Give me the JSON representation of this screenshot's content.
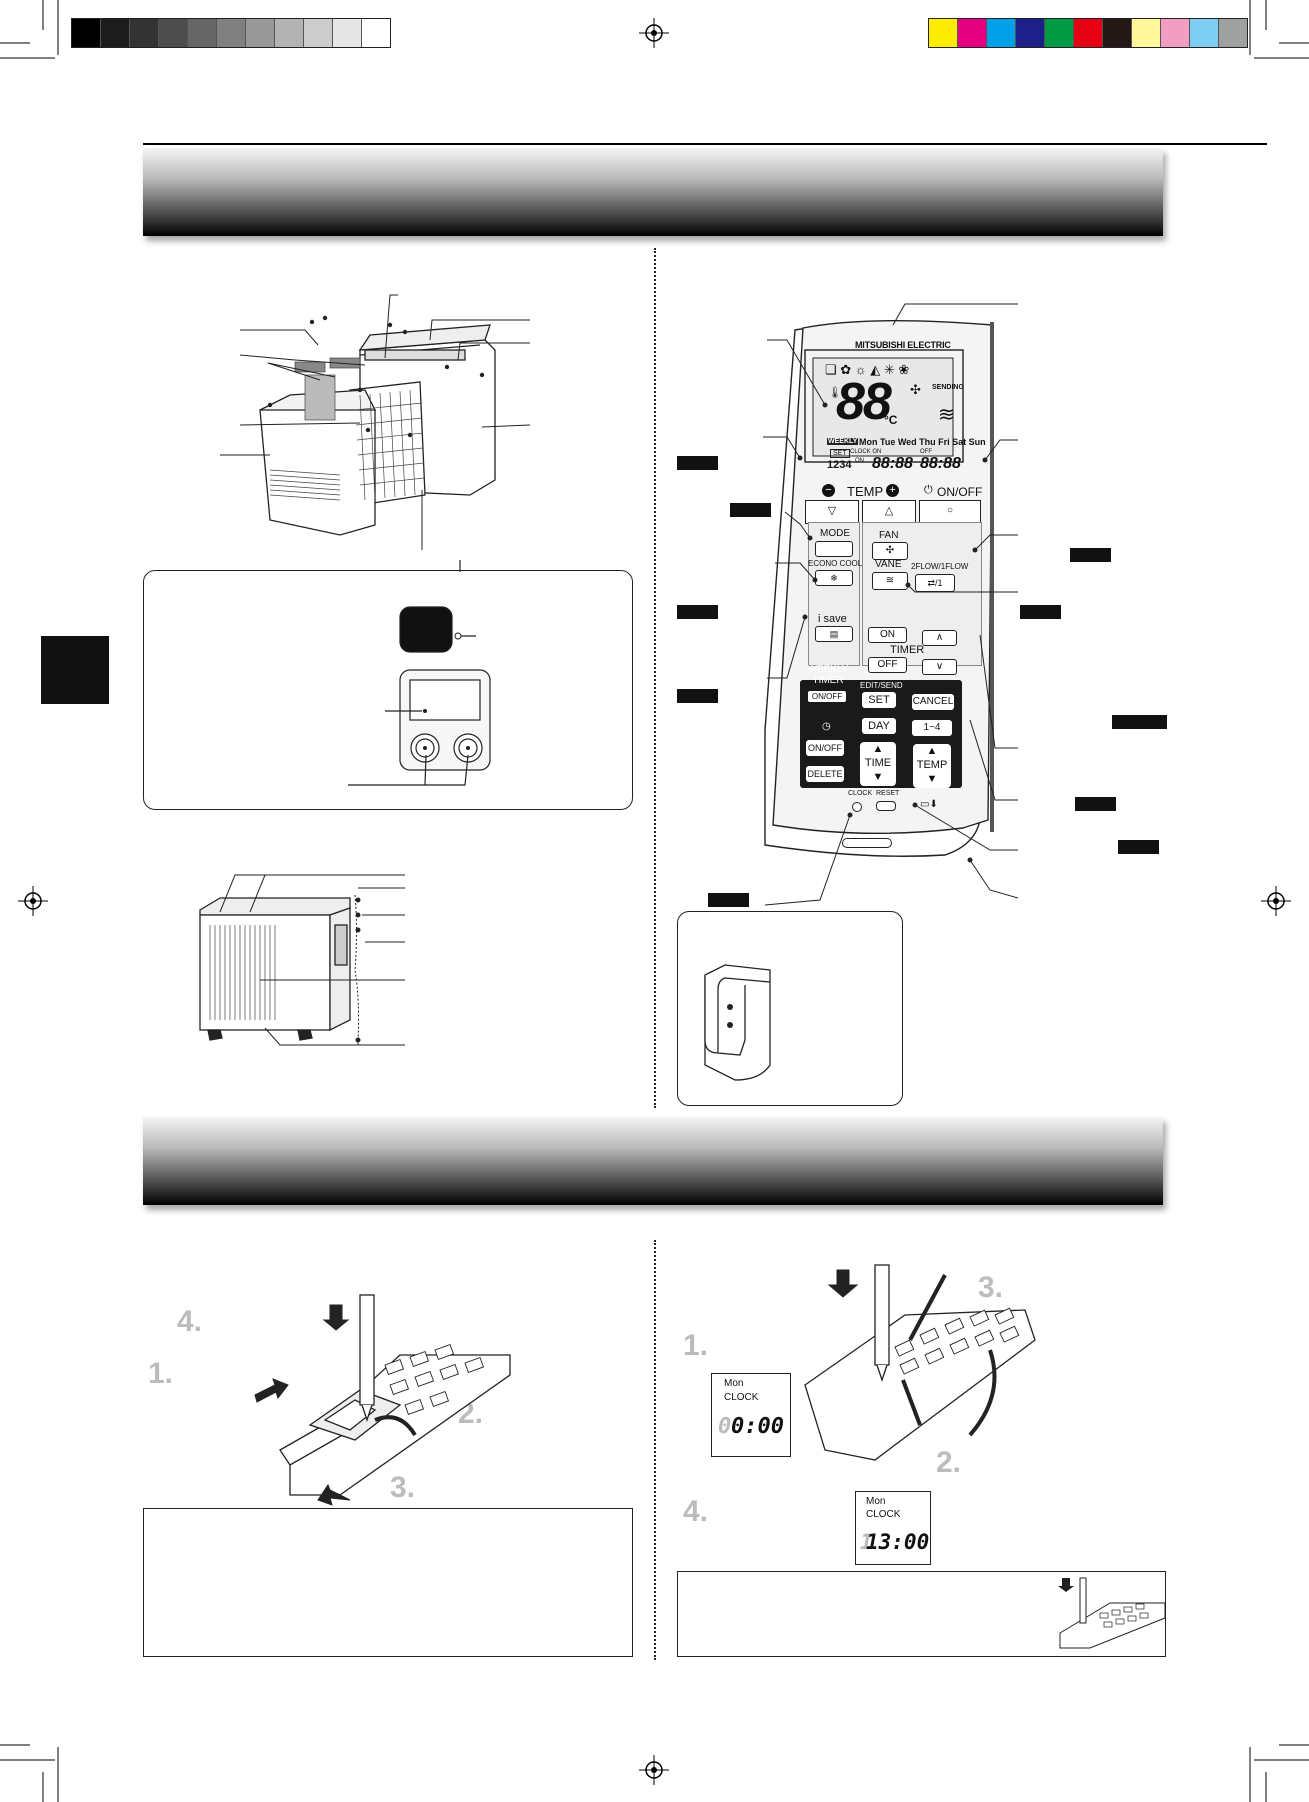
{
  "colors": {
    "grayscale_bar": [
      "#000000",
      "#1c1c1c",
      "#333333",
      "#4d4d4d",
      "#666666",
      "#808080",
      "#999999",
      "#b3b3b3",
      "#cccccc",
      "#e6e6e6",
      "#ffffff"
    ],
    "color_bar": [
      "#ffed00",
      "#e4007f",
      "#00a0e9",
      "#1d2088",
      "#009944",
      "#e60012",
      "#231815",
      "#fff799",
      "#f19ec2",
      "#7ecef4",
      "#9fa0a0"
    ],
    "header_dark": "#000000",
    "tab": "#111111"
  },
  "remote": {
    "brand": "MITSUBISHI ELECTRIC",
    "display": {
      "temp": "88",
      "unit": "°C",
      "sending": "SENDING",
      "weekly": "WEEKLY",
      "days": "Mon Tue Wed Thu Fri Sat Sun",
      "set": "SET",
      "clock_on": "CLOCK ON",
      "off": "OFF",
      "program": "1234",
      "on": "ON",
      "time1": "88:88",
      "time2": "88:88"
    },
    "buttons": {
      "temp": "TEMP",
      "on_off": "ON/OFF",
      "mode": "MODE",
      "fan": "FAN",
      "econo_cool": "ECONO COOL",
      "vane": "VANE",
      "flow": "2FLOW/1FLOW",
      "i_save": "i save",
      "timer_on": "ON",
      "timer": "TIMER",
      "timer_off": "OFF",
      "weekly_timer": "WEEKLY TIMER",
      "weekly_on_off": "ON/OFF",
      "edit_send": "EDIT/SEND",
      "set": "SET",
      "cancel": "CANCEL",
      "day": "DAY",
      "range": "1~4",
      "onoff": "ON/OFF",
      "delete": "DELETE",
      "time": "TIME",
      "temp2": "TEMP",
      "clock": "CLOCK",
      "reset": "RESET"
    }
  },
  "steps": {
    "battery": [
      "4.",
      "1.",
      "2.",
      "3."
    ],
    "clock": [
      "3.",
      "1.",
      "2.",
      "4."
    ]
  },
  "lcd1": {
    "day": "Mon",
    "label": "CLOCK",
    "time": "0:00",
    "ghost": "0"
  },
  "lcd2": {
    "day": "Mon",
    "label": "CLOCK",
    "time": "13:00",
    "ghost": "1"
  }
}
